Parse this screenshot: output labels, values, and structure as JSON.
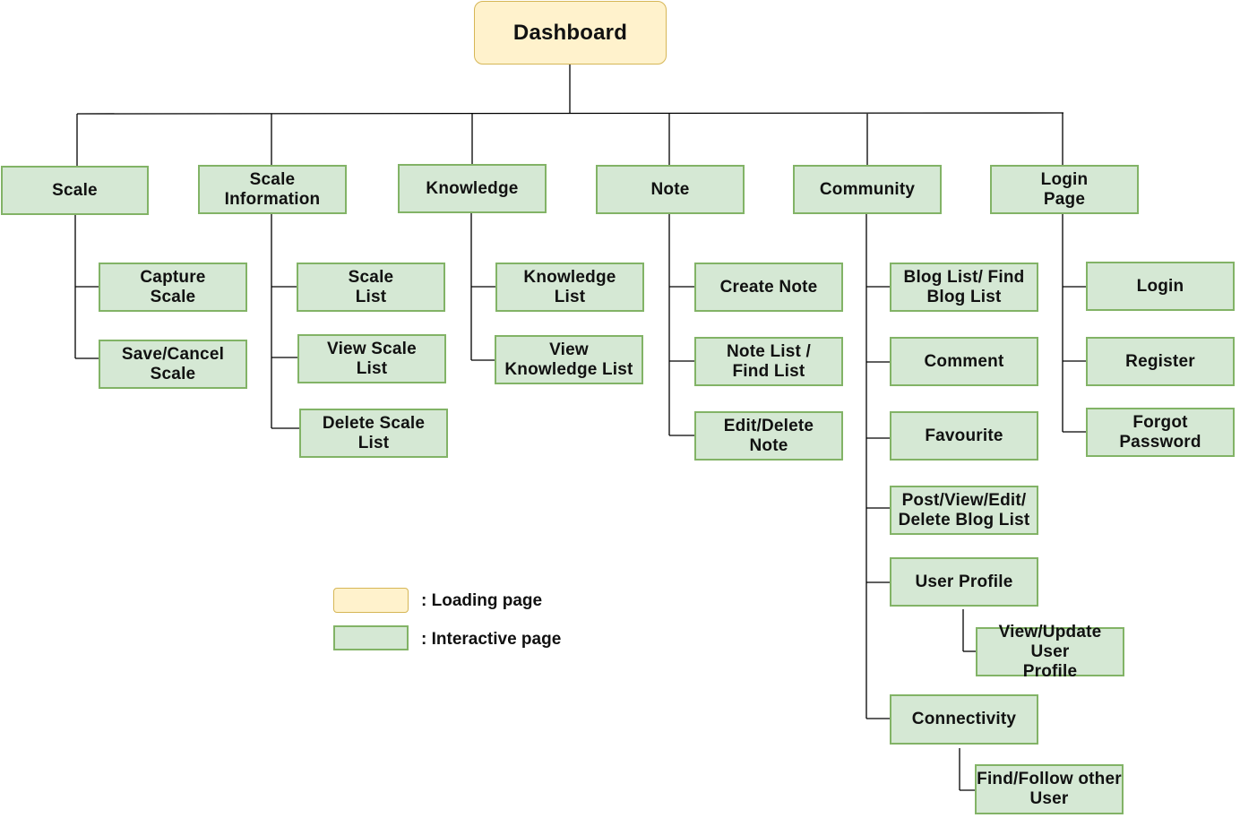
{
  "colors": {
    "green_fill": "#d5e8d4",
    "green_border": "#82b366",
    "yellow_fill": "#fff2cc",
    "yellow_border": "#d6b656",
    "line": "#000000"
  },
  "root": {
    "id": "dashboard",
    "label": "Dashboard"
  },
  "sections": [
    {
      "id": "scale",
      "label": "Scale",
      "children": [
        {
          "id": "capture-scale",
          "label": "Capture\nScale"
        },
        {
          "id": "save-cancel-scale",
          "label": "Save/Cancel\nScale"
        }
      ]
    },
    {
      "id": "scale-information",
      "label": "Scale\nInformation",
      "children": [
        {
          "id": "scale-list",
          "label": "Scale\nList"
        },
        {
          "id": "view-scale-list",
          "label": "View Scale\nList"
        },
        {
          "id": "delete-scale-list",
          "label": "Delete Scale\nList"
        }
      ]
    },
    {
      "id": "knowledge",
      "label": "Knowledge",
      "children": [
        {
          "id": "knowledge-list",
          "label": "Knowledge\nList"
        },
        {
          "id": "view-knowledge-list",
          "label": "View\nKnowledge List"
        }
      ]
    },
    {
      "id": "note",
      "label": "Note",
      "children": [
        {
          "id": "create-note",
          "label": "Create Note"
        },
        {
          "id": "note-list-find-list",
          "label": "Note List /\nFind List"
        },
        {
          "id": "edit-delete-note",
          "label": "Edit/Delete\nNote"
        }
      ]
    },
    {
      "id": "community",
      "label": "Community",
      "children": [
        {
          "id": "blog-list-find-blog-list",
          "label": "Blog List/ Find\nBlog List"
        },
        {
          "id": "comment",
          "label": "Comment"
        },
        {
          "id": "favourite",
          "label": "Favourite"
        },
        {
          "id": "post-view-edit-delete-blog-list",
          "label": "Post/View/Edit/\nDelete Blog List"
        },
        {
          "id": "user-profile",
          "label": "User Profile",
          "children": [
            {
              "id": "view-update-user-profile",
              "label": "View/Update User\nProfile"
            }
          ]
        },
        {
          "id": "connectivity",
          "label": "Connectivity",
          "children": [
            {
              "id": "find-follow-other-user",
              "label": "Find/Follow other\nUser"
            }
          ]
        }
      ]
    },
    {
      "id": "login-page",
      "label": "Login\nPage",
      "children": [
        {
          "id": "login",
          "label": "Login"
        },
        {
          "id": "register",
          "label": "Register"
        },
        {
          "id": "forgot-password",
          "label": "Forgot\nPassword"
        }
      ]
    }
  ],
  "legend": {
    "loading_label": ": Loading page",
    "interactive_label": ": Interactive page"
  }
}
